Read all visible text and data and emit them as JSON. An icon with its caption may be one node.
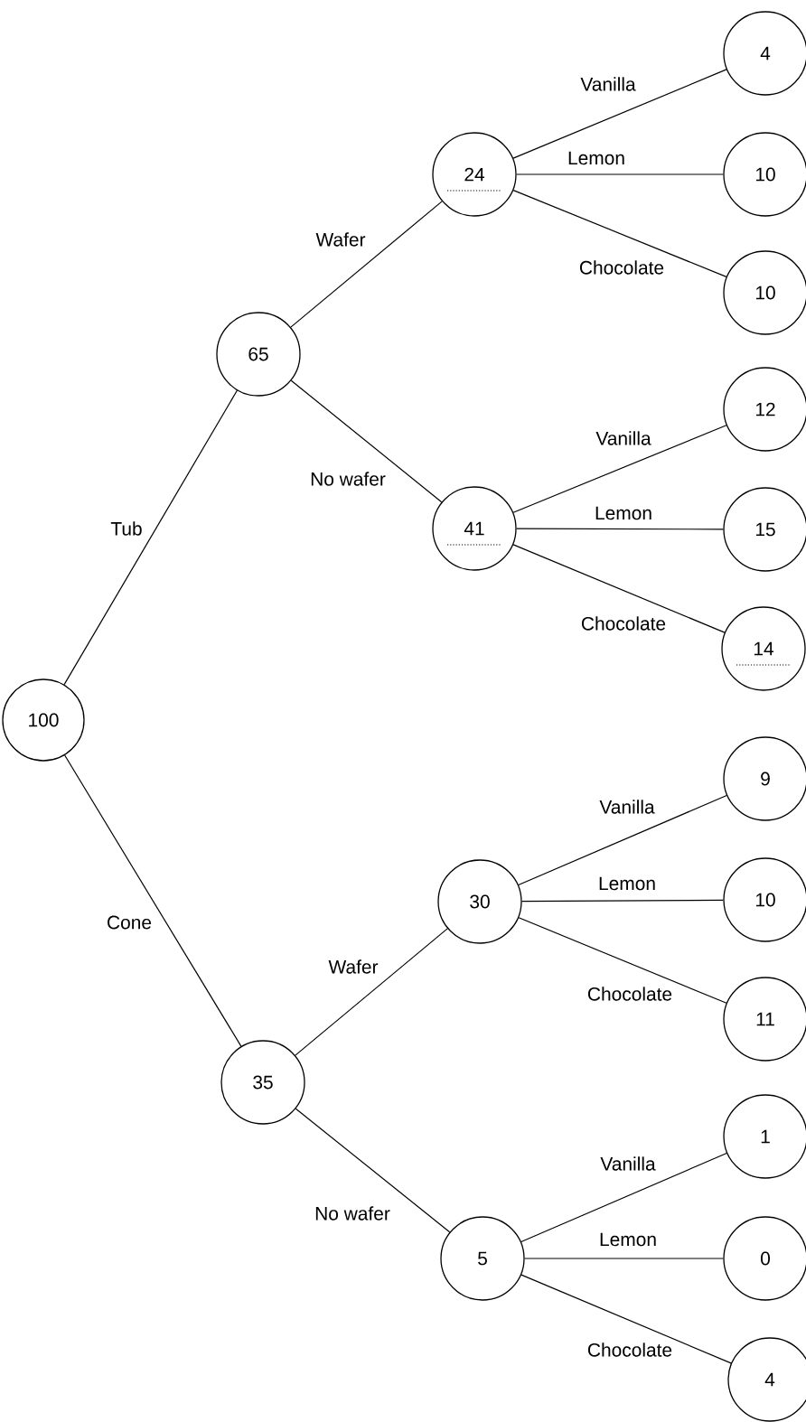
{
  "diagram": {
    "nodes": [
      {
        "text": [
          "100"
        ]
      },
      {
        "text": [
          "65"
        ]
      },
      {
        "text": [
          "24"
        ]
      },
      {
        "text": [
          "4"
        ]
      },
      {
        "text": [
          "10"
        ]
      },
      {
        "text": [
          "10"
        ]
      },
      {
        "text": [
          "41"
        ]
      },
      {
        "text": [
          "12"
        ]
      },
      {
        "text": [
          "15"
        ]
      },
      {
        "text": [
          "14"
        ]
      },
      {
        "text": [
          "35"
        ]
      },
      {
        "text": [
          "30"
        ]
      },
      {
        "text": [
          "9"
        ]
      },
      {
        "text": [
          "10"
        ]
      },
      {
        "text": [
          "11"
        ]
      },
      {
        "text": [
          "5"
        ]
      },
      {
        "text": [
          "1"
        ]
      },
      {
        "text": [
          "0"
        ]
      },
      {
        "text": [
          "4"
        ]
      }
    ],
    "edges": [
      {
        "from": 0,
        "to": 1,
        "arrow": "none",
        "label": "Tub"
      },
      {
        "from": 0,
        "to": 10,
        "arrow": "none",
        "label": "Cone"
      },
      {
        "from": 1,
        "to": 2,
        "arrow": "none",
        "label": "Wafer"
      },
      {
        "from": 1,
        "to": 6,
        "arrow": "none",
        "label": "No wafer"
      },
      {
        "from": 2,
        "to": 3,
        "arrow": "none",
        "label": "Vanilla"
      },
      {
        "from": 2,
        "to": 4,
        "arrow": "none",
        "label": "Lemon"
      },
      {
        "from": 2,
        "to": 5,
        "arrow": "none",
        "label": "Chocolate"
      },
      {
        "from": 6,
        "to": 7,
        "arrow": "none",
        "label": "Vanilla"
      },
      {
        "from": 6,
        "to": 8,
        "arrow": "none",
        "label": "Lemon"
      },
      {
        "from": 6,
        "to": 9,
        "arrow": "none",
        "label": "Chocolate"
      },
      {
        "from": 10,
        "to": 11,
        "arrow": "none",
        "label": "Wafer"
      },
      {
        "from": 10,
        "to": 15,
        "arrow": "none",
        "label": "No wafer"
      },
      {
        "from": 11,
        "to": 12,
        "arrow": "none",
        "label": "Vanilla"
      },
      {
        "from": 11,
        "to": 13,
        "arrow": "none",
        "label": "Lemon"
      },
      {
        "from": 11,
        "to": 14,
        "arrow": "none",
        "label": "Chocolate"
      },
      {
        "from": 15,
        "to": 16,
        "arrow": "none",
        "label": "Vanilla"
      },
      {
        "from": 15,
        "to": 17,
        "arrow": "none",
        "label": "Lemon"
      },
      {
        "from": 15,
        "to": 18,
        "arrow": "none",
        "label": "Chocolate"
      }
    ]
  }
}
